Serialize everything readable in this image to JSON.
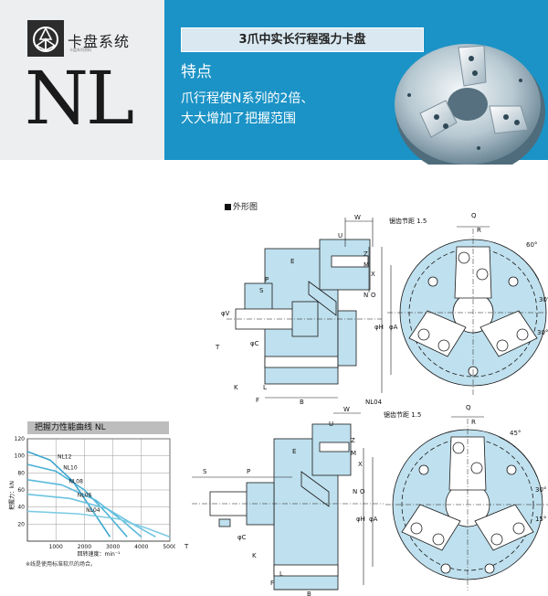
{
  "brand": {
    "name": "卡盘系统",
    "sub": "卡盘系列资料"
  },
  "model": "NL",
  "header": {
    "title": "3爪中实长行程强力卡盘",
    "features_title": "特点",
    "feature_line1": "爪行程使N系列的2倍、",
    "feature_line2": "大大增加了把握范围"
  },
  "drawings": {
    "section_label": "外形图",
    "top": {
      "model_label": "NL04",
      "pitch_label": "锯齿节距 1.5",
      "dims": [
        "W",
        "U",
        "Z",
        "M",
        "X",
        "N",
        "O",
        "E",
        "P",
        "S",
        "φV",
        "φC",
        "φH",
        "φA",
        "T",
        "K",
        "F",
        "L",
        "B",
        "Q",
        "R",
        "60°",
        "30°",
        "30°"
      ]
    },
    "bottom": {
      "pitch_label": "锯齿节距 1.5",
      "dims": [
        "W",
        "U",
        "Z",
        "M",
        "X",
        "N",
        "O",
        "E",
        "S",
        "P",
        "φC",
        "φH",
        "φA",
        "T",
        "K",
        "F",
        "L",
        "B",
        "Q",
        "R",
        "45°",
        "30°",
        "15°"
      ]
    }
  },
  "chart_data": {
    "type": "line",
    "title": "把握力性能曲线 NL",
    "ylabel": "把握力：kN",
    "xlabel": "回转速度：min⁻¹",
    "xlim": [
      0,
      5000
    ],
    "ylim": [
      0,
      120
    ],
    "xticks": [
      "1000",
      "2000",
      "3000",
      "4000",
      "5000"
    ],
    "yticks": [
      "20",
      "40",
      "60",
      "80",
      "100",
      "120"
    ],
    "series": [
      {
        "name": "NL12",
        "x": [
          0,
          800,
          1600,
          2300,
          2900
        ],
        "y": [
          105,
          95,
          70,
          35,
          5
        ]
      },
      {
        "name": "NL10",
        "x": [
          0,
          1000,
          2000,
          2800,
          3500
        ],
        "y": [
          90,
          82,
          60,
          32,
          5
        ]
      },
      {
        "name": "NL08",
        "x": [
          0,
          1200,
          2400,
          3300,
          4000
        ],
        "y": [
          72,
          66,
          48,
          25,
          5
        ]
      },
      {
        "name": "NL06",
        "x": [
          0,
          1500,
          2800,
          3700,
          4500
        ],
        "y": [
          55,
          50,
          38,
          20,
          5
        ]
      },
      {
        "name": "NL04",
        "x": [
          0,
          1800,
          3200,
          4200,
          5000
        ],
        "y": [
          35,
          32,
          26,
          15,
          5
        ]
      }
    ],
    "note": "※线是使用标准软爪的场合。"
  },
  "colors": {
    "header_blue": "#1b93c6",
    "panel_gray": "#eceef0",
    "part_blue": "#bfe0ee",
    "line": "#1a1a1a"
  }
}
